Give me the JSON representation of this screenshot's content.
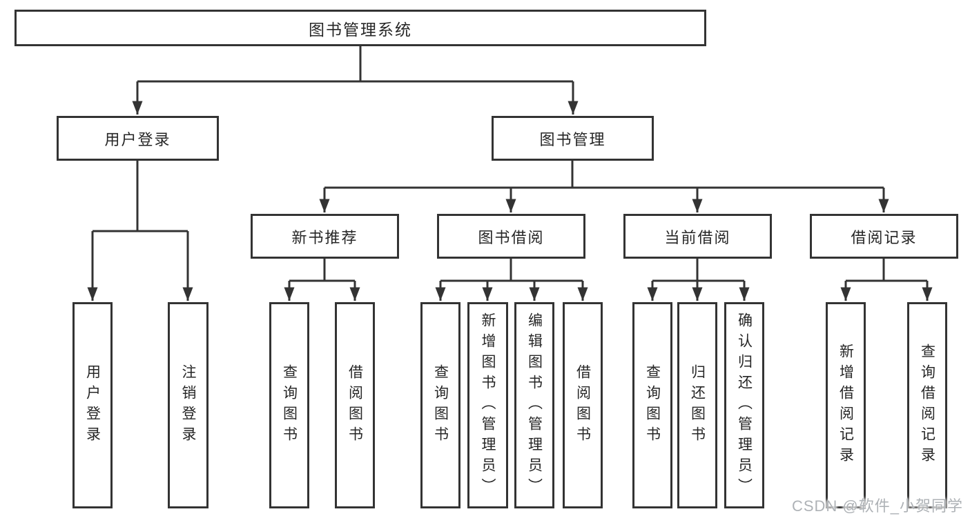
{
  "tree": {
    "root": {
      "label": "图书管理系统",
      "children": [
        {
          "label": "用户登录",
          "children": [
            {
              "label": "用户登录"
            },
            {
              "label": "注销登录"
            }
          ]
        },
        {
          "label": "图书管理",
          "children": [
            {
              "label": "新书推荐",
              "children": [
                {
                  "label": "查询图书"
                },
                {
                  "label": "借阅图书"
                }
              ]
            },
            {
              "label": "图书借阅",
              "children": [
                {
                  "label": "查询图书"
                },
                {
                  "label": "新增图书（管理员）"
                },
                {
                  "label": "编辑图书（管理员）"
                },
                {
                  "label": "借阅图书"
                }
              ]
            },
            {
              "label": "当前借阅",
              "children": [
                {
                  "label": "查询图书"
                },
                {
                  "label": "归还图书"
                },
                {
                  "label": "确认归还（管理员）"
                }
              ]
            },
            {
              "label": "借阅记录",
              "children": [
                {
                  "label": "新增借阅记录"
                },
                {
                  "label": "查询借阅记录"
                }
              ]
            }
          ]
        }
      ]
    }
  },
  "watermark": {
    "text": "CSDN @软件_小贺同学"
  },
  "colors": {
    "line": "#333333",
    "node_text": "#262626",
    "watermark": "#aeb2b6",
    "background": "#ffffff"
  }
}
